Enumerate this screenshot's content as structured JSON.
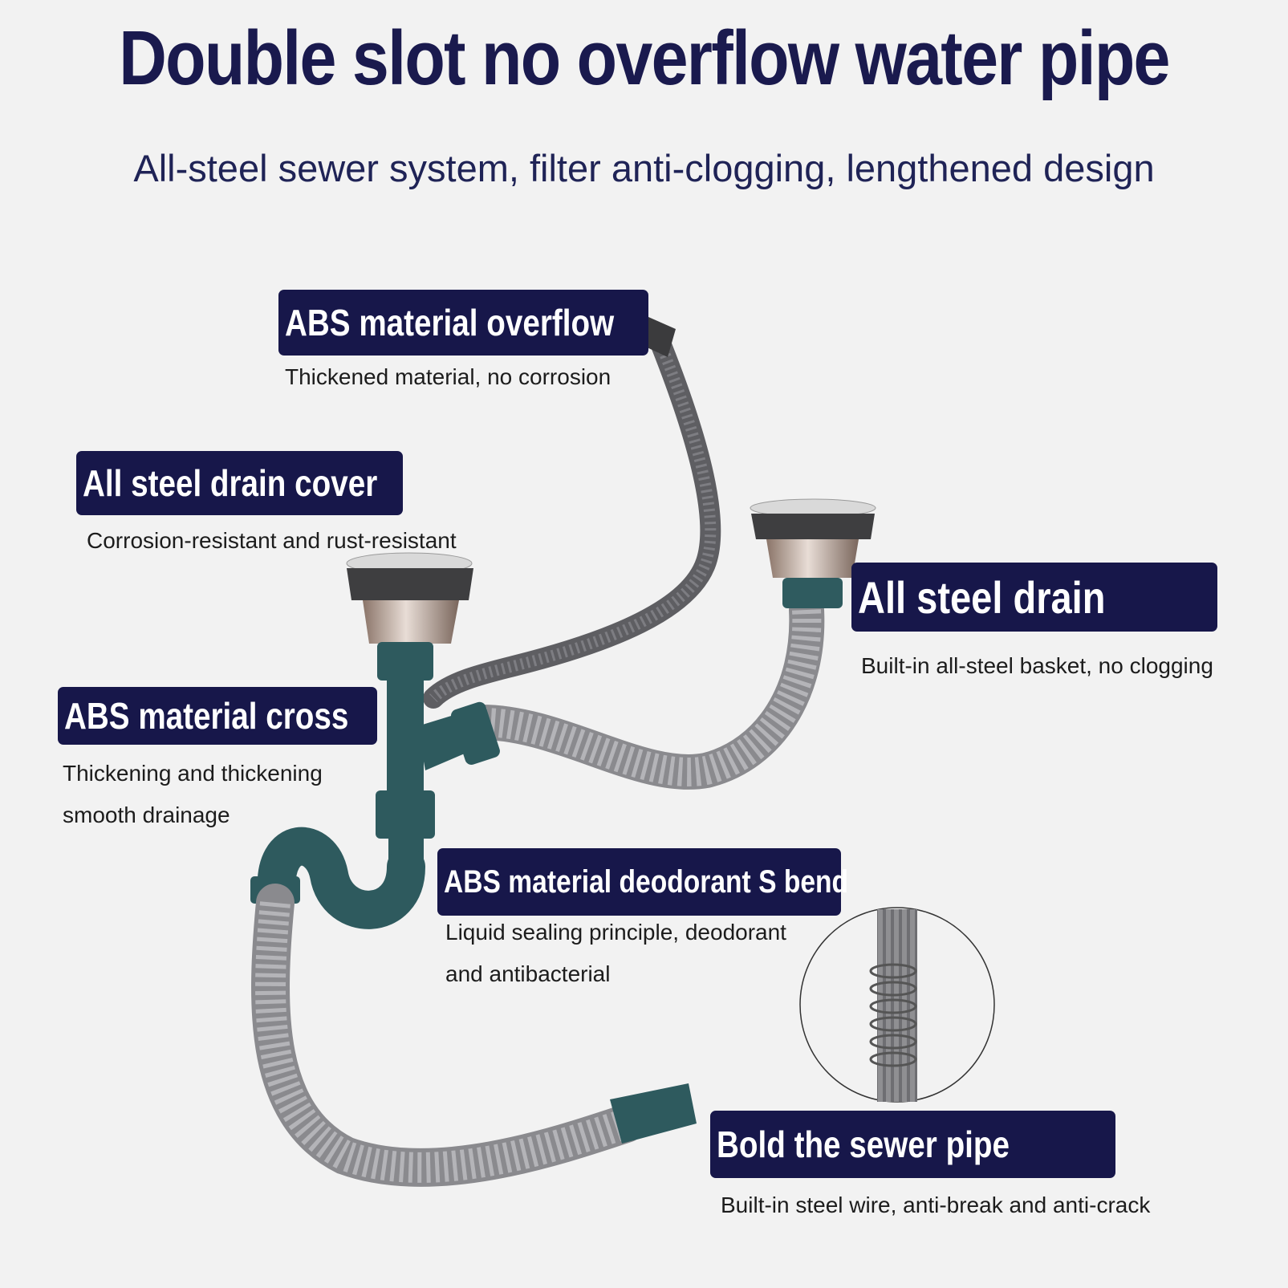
{
  "header": {
    "title": "Double slot no overflow water pipe",
    "subtitle": "All-steel sewer system, filter anti-clogging, lengthened design"
  },
  "callouts": [
    {
      "heading": "ABS material overflow",
      "lines": [
        "Thickened material, no corrosion"
      ]
    },
    {
      "heading": "All steel drain cover",
      "lines": [
        "Corrosion-resistant and rust-resistant"
      ]
    },
    {
      "heading": "All steel drain",
      "lines": [
        "Built-in all-steel basket, no clogging"
      ]
    },
    {
      "heading": "ABS material cross",
      "lines": [
        "Thickening and thickening",
        "smooth drainage"
      ]
    },
    {
      "heading": "ABS material deodorant S bend",
      "lines": [
        "Liquid sealing principle, deodorant",
        "and antibacterial"
      ]
    },
    {
      "heading": "Bold the sewer pipe",
      "lines": [
        "Built-in steel wire, anti-break and anti-crack"
      ]
    }
  ],
  "colors": {
    "label_background": "#17174a",
    "title_text": "#1a1a4e",
    "pipe_teal": "#2e5a5e",
    "hose_gray": "#8c8c8e"
  }
}
